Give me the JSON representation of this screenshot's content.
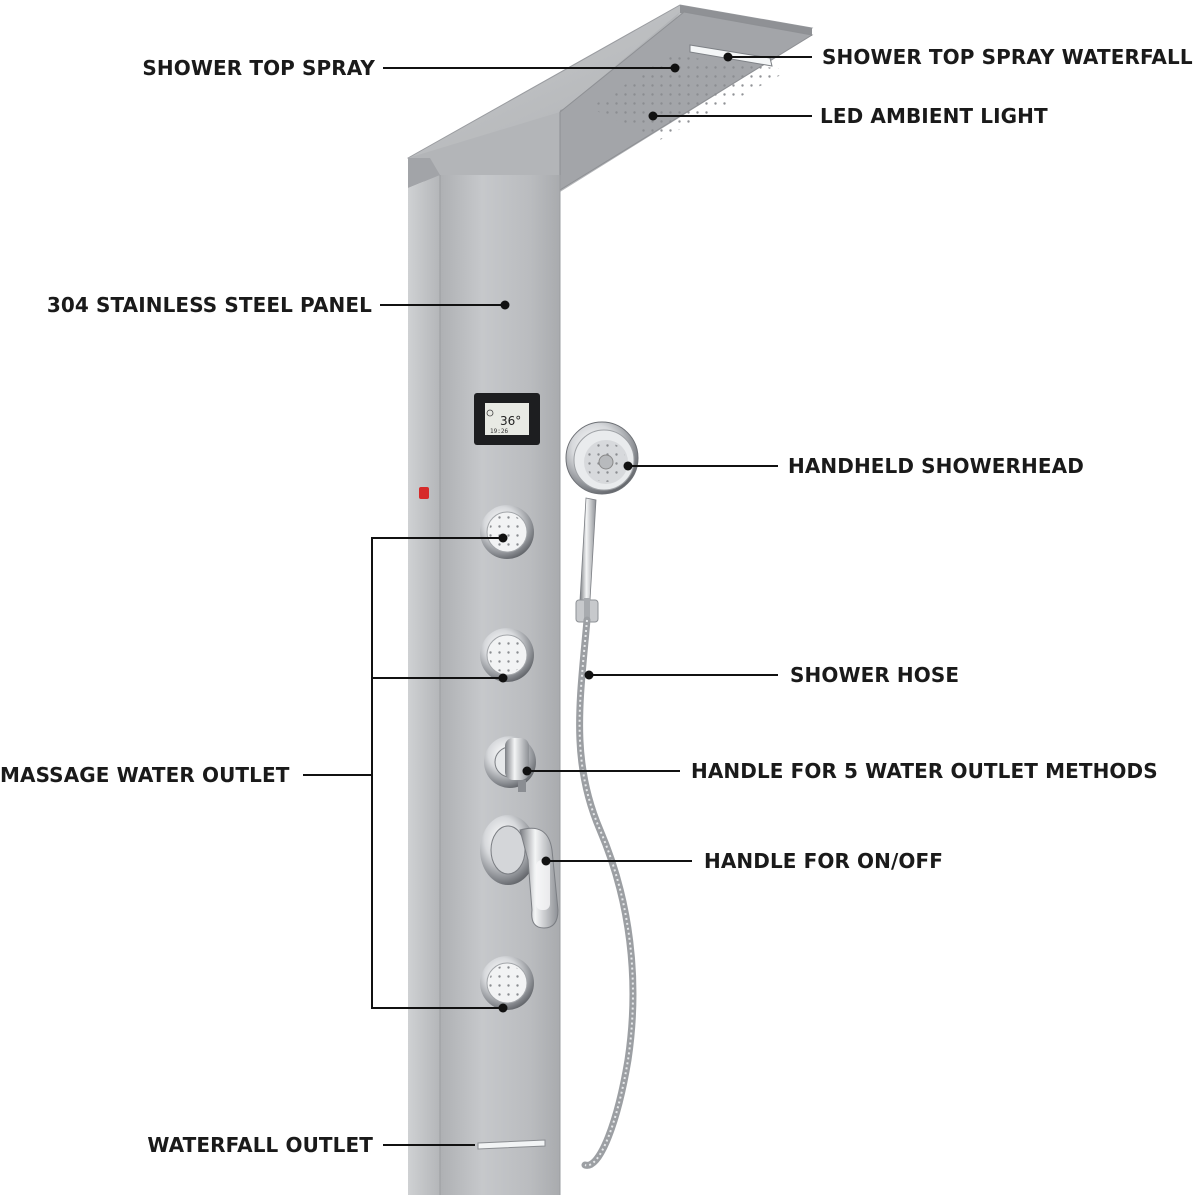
{
  "labels": {
    "shower_top_spray": "SHOWER TOP SPRAY",
    "shower_top_spray_waterfall": "SHOWER TOP SPRAY WATERFALL",
    "led_ambient_light": "LED AMBIENT LIGHT",
    "stainless_steel_panel": "304 STAINLESS STEEL PANEL",
    "handheld_showerhead": "HANDHELD SHOWERHEAD",
    "shower_hose": "SHOWER HOSE",
    "massage_water_outlet": "MASSAGE WATER OUTLET",
    "handle_5_outlets": "HANDLE FOR 5 WATER OUTLET METHODS",
    "handle_on_off": "HANDLE FOR ON/OFF",
    "waterfall_outlet": "WATERFALL OUTLET"
  },
  "display": {
    "temperature": "36°",
    "time": "19:26"
  },
  "colors": {
    "steel": "#b9bbbe",
    "steel_dark": "#9fa2a6",
    "text": "#1a1a1a",
    "indicator": "#d62a2a"
  }
}
